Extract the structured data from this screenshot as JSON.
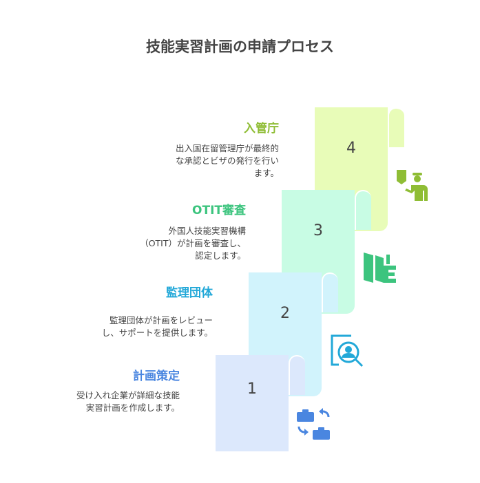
{
  "title": "技能実習計画の申請プロセス",
  "steps": [
    {
      "number": "1",
      "heading": "計画策定",
      "description": "受け入れ企業が詳細な技能\n実習計画を作成します。",
      "color": "#4a86e0",
      "fill": "#dce8fc",
      "icon": "briefcase-exchange-icon"
    },
    {
      "number": "2",
      "heading": "監理団体",
      "description": "監理団体が計画をレビュー\nし、サポートを提供します。",
      "color": "#22a8d8",
      "fill": "#d1f3fc",
      "icon": "user-search-icon"
    },
    {
      "number": "3",
      "heading": "OTIT審査",
      "description": "外国人技能実習機構\n（OTIT）が計画を審査し、\n認定します。",
      "color": "#3cc47e",
      "fill": "#c8fce4",
      "icon": "document-review-icon"
    },
    {
      "number": "4",
      "heading": "入管庁",
      "description": "出入国在留管理庁が最終的\nな承認とビザの発行を行い\nます。",
      "color": "#8fbd35",
      "fill": "#e8fcb8",
      "icon": "immigration-officer-icon"
    }
  ]
}
